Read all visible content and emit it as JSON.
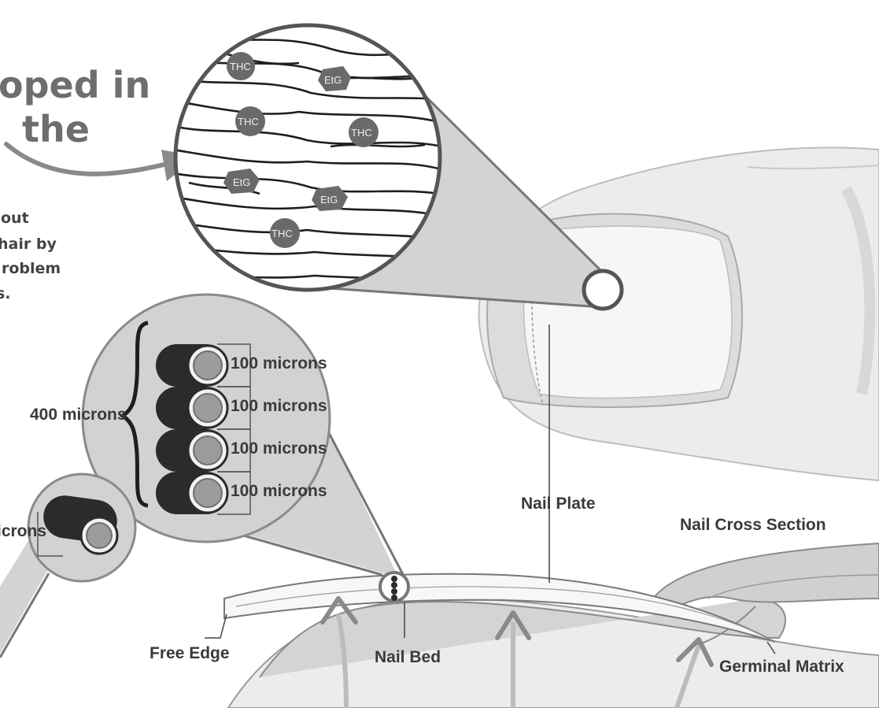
{
  "heading": {
    "line1": "oped in",
    "line2": "the"
  },
  "paragraph": [
    "out",
    "hair by",
    "roblem",
    "s."
  ],
  "molecules": [
    {
      "label": "THC",
      "shape": "circle"
    },
    {
      "label": "EtG",
      "shape": "hexagon"
    },
    {
      "label": "THC",
      "shape": "circle"
    },
    {
      "label": "THC",
      "shape": "circle"
    },
    {
      "label": "EtG",
      "shape": "hexagon"
    },
    {
      "label": "EtG",
      "shape": "hexagon"
    },
    {
      "label": "THC",
      "shape": "circle"
    }
  ],
  "hair_stack": {
    "total_label": "400 microns",
    "strand_labels": [
      "100 microns",
      "100 microns",
      "100 microns",
      "100 microns"
    ],
    "single_label_partial": "icrons"
  },
  "nail_labels": {
    "nail_plate": "Nail Plate",
    "cross_section": "Nail Cross Section",
    "free_edge": "Free Edge",
    "nail_bed": "Nail Bed",
    "germinal_matrix": "Germinal Matrix"
  },
  "colors": {
    "heading": "#6e6e6e",
    "molecule_fill": "#6a6a6a",
    "hair_dark": "#2b2b2b",
    "callout_fill": "#d2d2d2",
    "tissue": "#cfcfcf"
  }
}
